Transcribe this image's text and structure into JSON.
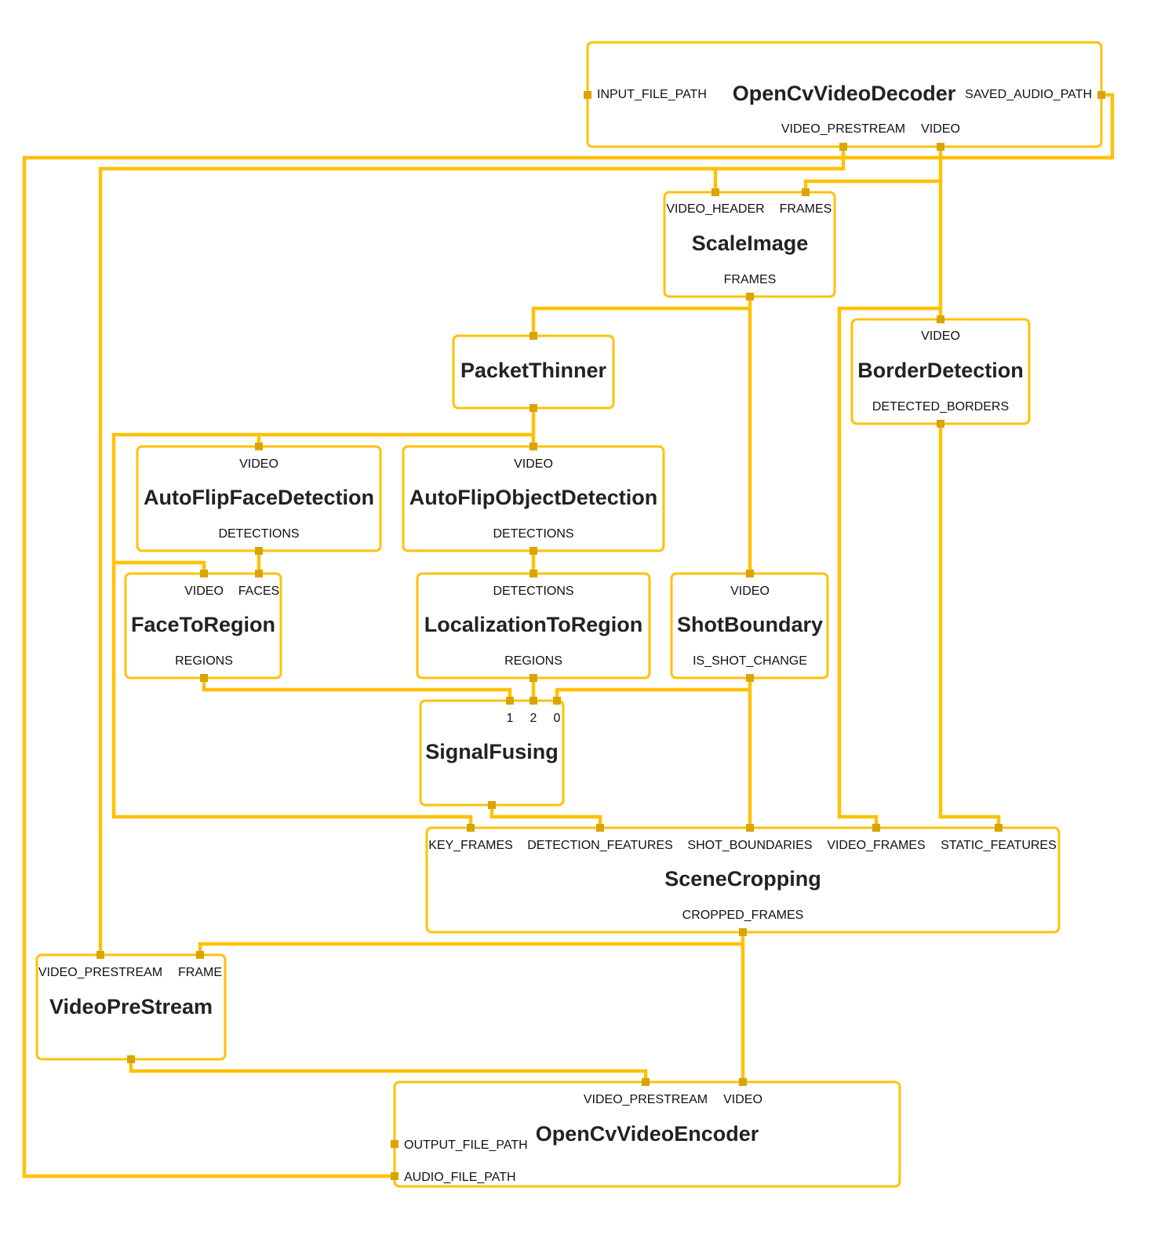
{
  "colors": {
    "edge": "#ffc107",
    "port": "#d9a400",
    "node_border": "#ffc107",
    "text": "#222222"
  },
  "nodes": {
    "decoder": {
      "title": "OpenCvVideoDecoder",
      "inputs": [
        "INPUT_FILE_PATH"
      ],
      "outputs": [
        "SAVED_AUDIO_PATH",
        "VIDEO_PRESTREAM",
        "VIDEO"
      ]
    },
    "scale": {
      "title": "ScaleImage",
      "inputs": [
        "VIDEO_HEADER",
        "FRAMES"
      ],
      "outputs": [
        "FRAMES"
      ]
    },
    "thinner": {
      "title": "PacketThinner"
    },
    "border": {
      "title": "BorderDetection",
      "inputs": [
        "VIDEO"
      ],
      "outputs": [
        "DETECTED_BORDERS"
      ]
    },
    "facedet": {
      "title": "AutoFlipFaceDetection",
      "inputs": [
        "VIDEO"
      ],
      "outputs": [
        "DETECTIONS"
      ]
    },
    "objdet": {
      "title": "AutoFlipObjectDetection",
      "inputs": [
        "VIDEO"
      ],
      "outputs": [
        "DETECTIONS"
      ]
    },
    "face2region": {
      "title": "FaceToRegion",
      "inputs": [
        "VIDEO",
        "FACES"
      ],
      "outputs": [
        "REGIONS"
      ]
    },
    "loc2region": {
      "title": "LocalizationToRegion",
      "inputs": [
        "DETECTIONS"
      ],
      "outputs": [
        "REGIONS"
      ]
    },
    "shot": {
      "title": "ShotBoundary",
      "inputs": [
        "VIDEO"
      ],
      "outputs": [
        "IS_SHOT_CHANGE"
      ]
    },
    "fusing": {
      "title": "SignalFusing",
      "inputs": [
        "1",
        "2",
        "0"
      ]
    },
    "scene": {
      "title": "SceneCropping",
      "inputs": [
        "KEY_FRAMES",
        "DETECTION_FEATURES",
        "SHOT_BOUNDARIES",
        "VIDEO_FRAMES",
        "STATIC_FEATURES"
      ],
      "outputs": [
        "CROPPED_FRAMES"
      ]
    },
    "prestream": {
      "title": "VideoPreStream",
      "inputs": [
        "VIDEO_PRESTREAM",
        "FRAME"
      ]
    },
    "encoder": {
      "title": "OpenCvVideoEncoder",
      "inputs": [
        "VIDEO_PRESTREAM",
        "VIDEO",
        "OUTPUT_FILE_PATH",
        "AUDIO_FILE_PATH"
      ]
    }
  }
}
